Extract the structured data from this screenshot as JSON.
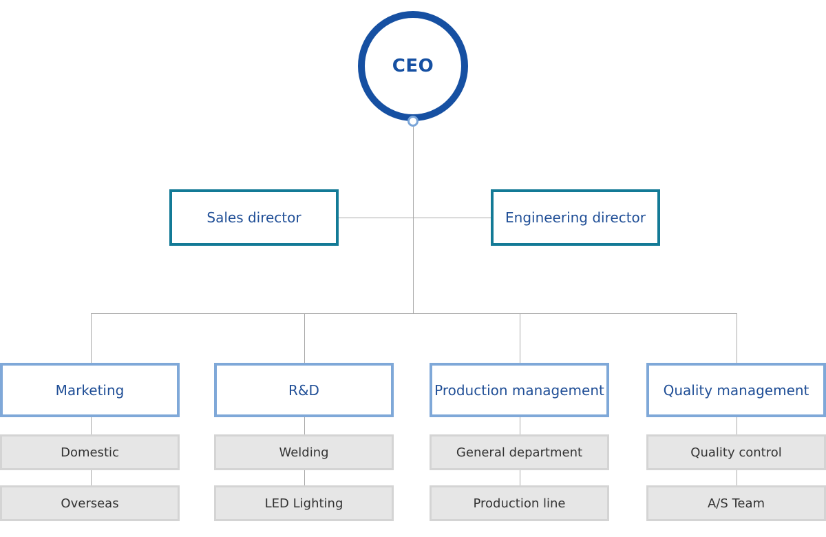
{
  "ceo": {
    "label": "CEO"
  },
  "directors": [
    {
      "label": "Sales director"
    },
    {
      "label": "Engineering director"
    }
  ],
  "departments": [
    {
      "label": "Marketing",
      "teams": [
        "Domestic",
        "Overseas"
      ]
    },
    {
      "label": "R&D",
      "teams": [
        "Welding",
        "LED Lighting"
      ]
    },
    {
      "label": "Production management",
      "teams": [
        "General department",
        "Production line"
      ]
    },
    {
      "label": "Quality management",
      "teams": [
        "Quality control",
        "A/S Team"
      ]
    }
  ],
  "colors": {
    "ceo_ring": "#1650a2",
    "director_border": "#137a96",
    "department_border": "#7fa8d8",
    "team_fill": "#e6e6e6",
    "connector": "#a9a9a9",
    "label_text": "#1f4e96"
  }
}
